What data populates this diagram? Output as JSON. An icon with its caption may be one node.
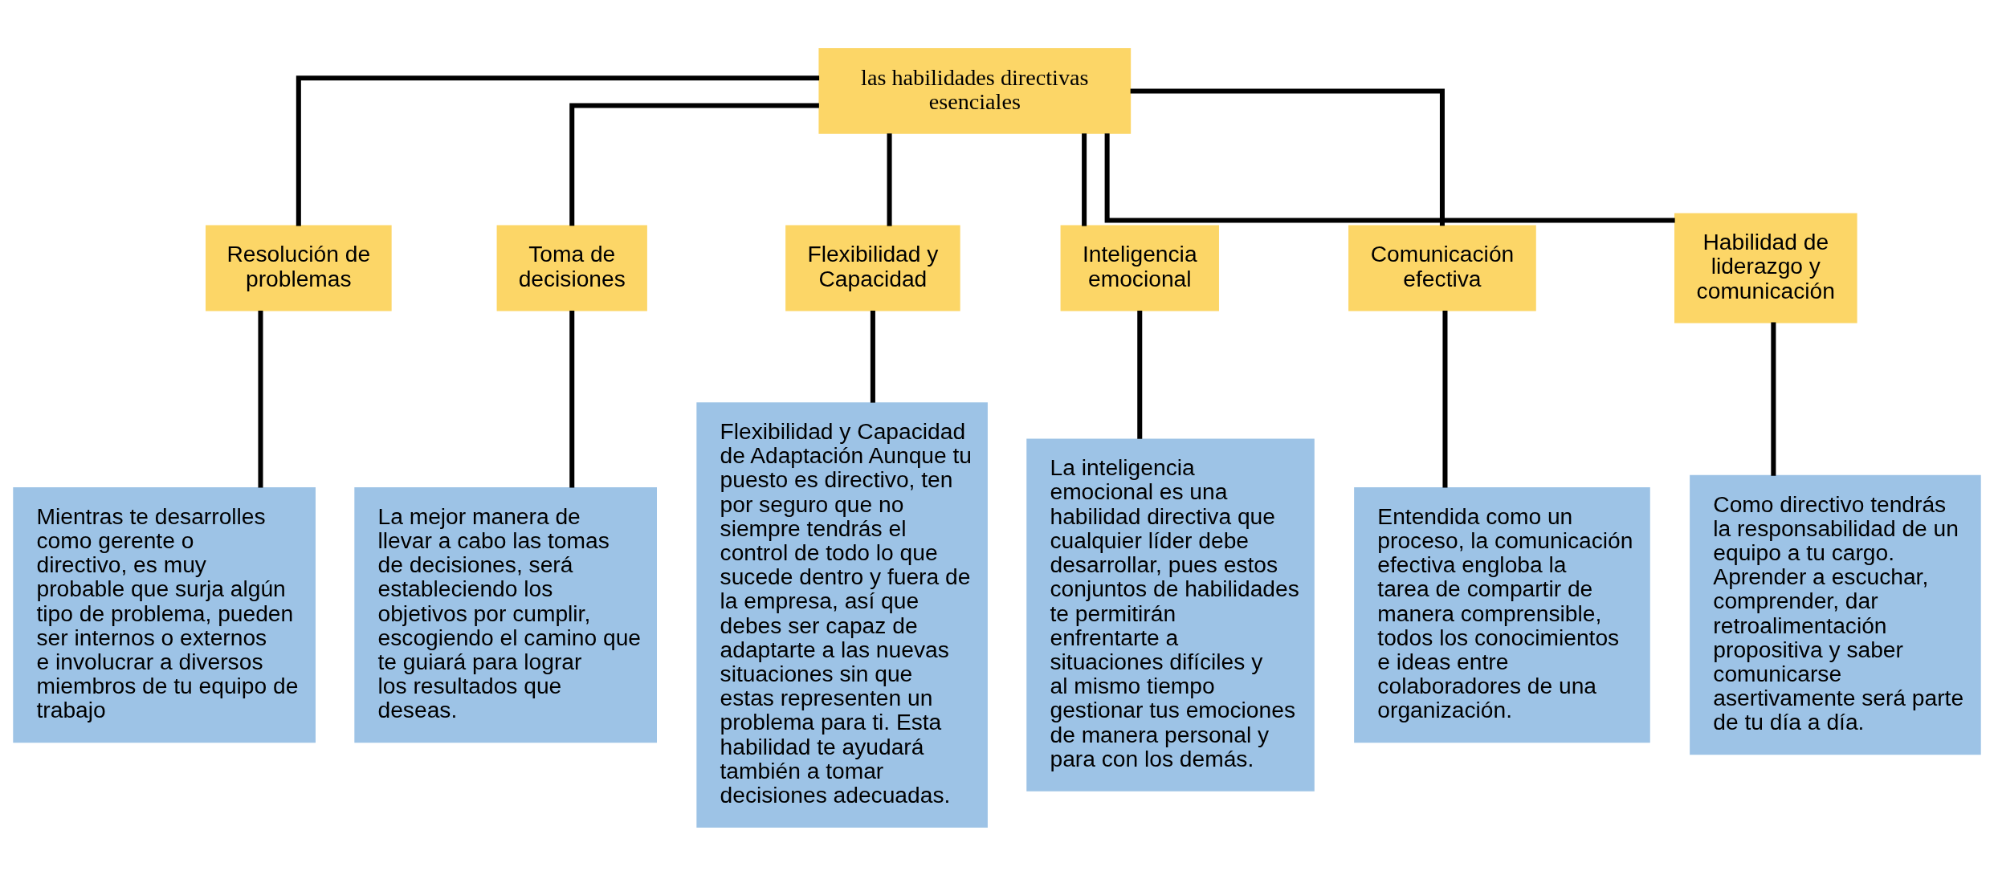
{
  "diagram": {
    "nodes": [
      {
        "text": [
          "las habilidades directivas esenciales"
        ]
      },
      {
        "text": [
          "Resolución de problemas"
        ]
      },
      {
        "text": [
          "Toma de decisiones"
        ]
      },
      {
        "text": [
          "Flexibilidad y Capacidad"
        ]
      },
      {
        "text": [
          "Inteligencia emocional"
        ]
      },
      {
        "text": [
          "Comunicación efectiva"
        ]
      },
      {
        "text": [
          "Habilidad de liderazgo y comunicación"
        ]
      },
      {
        "text": [
          "Mientras te desarrolles como gerente o directivo, es muy probable que surja algún tipo de problema, pueden ser internos o externos e involucrar a diversos miembros de tu equipo de trabajo"
        ]
      },
      {
        "text": [
          "La mejor manera de llevar a cabo las tomas de decisiones, será estableciendo los objetivos por cumplir, escogiendo el camino que te guiará para lograr los resultados que deseas."
        ]
      },
      {
        "text": [
          "Flexibilidad y Capacidad de Adaptación Aunque tu puesto es directivo, ten por seguro que no siempre tendrás el control de todo lo que sucede dentro y fuera de la empresa, así que debes ser capaz de adaptarte a las nuevas situaciones sin que estas representen un problema para ti. Esta habilidad te ayudará también a tomar decisiones adecuadas."
        ]
      },
      {
        "text": [
          "La inteligencia emocional es una habilidad directiva que cualquier líder debe desarrollar, pues estos conjuntos de habilidades te permitirán enfrentarte a situaciones difíciles y al mismo tiempo gestionar tus emociones de manera personal y para con los demás."
        ]
      },
      {
        "text": [
          "Entendida como un proceso, la comunicación efectiva engloba la tarea de compartir de manera comprensible, todos los conocimientos e ideas entre colaboradores de una organización."
        ]
      },
      {
        "text": [
          "Como directivo tendrás la responsabilidad de un equipo a tu cargo. Aprender a escuchar, comprender, dar retroalimentación propositiva y saber comunicarse asertivamente será parte de tu día a día."
        ]
      }
    ],
    "edges": [
      {
        "from": 0,
        "to": 1,
        "arrow": "none"
      },
      {
        "from": 0,
        "to": 2,
        "arrow": "none"
      },
      {
        "from": 0,
        "to": 3,
        "arrow": "none"
      },
      {
        "from": 0,
        "to": 4,
        "arrow": "none"
      },
      {
        "from": 0,
        "to": 5,
        "arrow": "none"
      },
      {
        "from": 0,
        "to": 6,
        "arrow": "none"
      },
      {
        "from": 1,
        "to": 7,
        "arrow": "none"
      },
      {
        "from": 2,
        "to": 8,
        "arrow": "none"
      },
      {
        "from": 3,
        "to": 9,
        "arrow": "none"
      },
      {
        "from": 4,
        "to": 10,
        "arrow": "none"
      },
      {
        "from": 5,
        "to": 11,
        "arrow": "none"
      },
      {
        "from": 6,
        "to": 12,
        "arrow": "none"
      }
    ]
  }
}
